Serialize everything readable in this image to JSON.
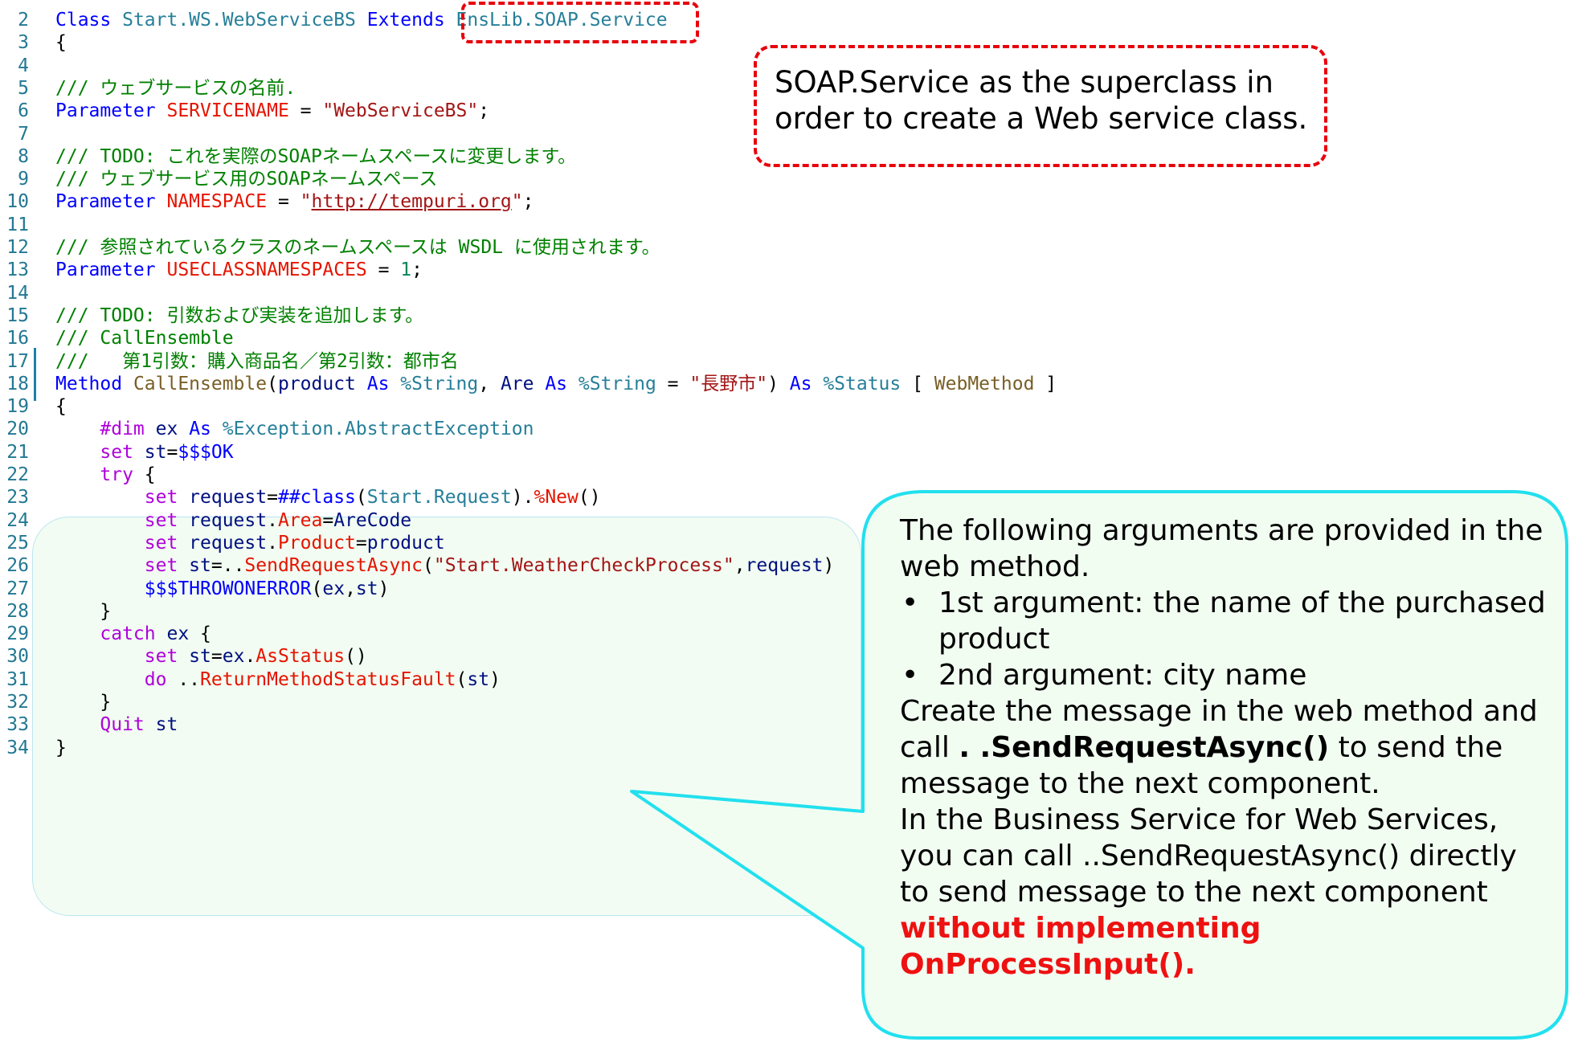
{
  "editor": {
    "lines": [
      {
        "n": "2",
        "segs": [
          [
            "kw",
            "Class "
          ],
          [
            "typ",
            "Start.WS.WebServiceBS "
          ],
          [
            "kw",
            "Extends "
          ],
          [
            "typ",
            "EnsLib.SOAP.Service"
          ]
        ]
      },
      {
        "n": "3",
        "segs": [
          [
            "",
            "{"
          ]
        ]
      },
      {
        "n": "4",
        "segs": []
      },
      {
        "n": "5",
        "segs": [
          [
            "cm",
            "/// ウェブサービスの名前."
          ]
        ]
      },
      {
        "n": "6",
        "segs": [
          [
            "kw",
            "Parameter "
          ],
          [
            "pn",
            "SERVICENAME"
          ],
          [
            "",
            " = "
          ],
          [
            "str",
            "\"WebServiceBS\""
          ],
          [
            "",
            ";"
          ]
        ]
      },
      {
        "n": "7",
        "segs": []
      },
      {
        "n": "8",
        "segs": [
          [
            "cm",
            "/// TODO: これを実際のSOAPネームスペースに変更します。"
          ]
        ]
      },
      {
        "n": "9",
        "segs": [
          [
            "cm",
            "/// ウェブサービス用のSOAPネームスペース"
          ]
        ]
      },
      {
        "n": "10",
        "segs": [
          [
            "kw",
            "Parameter "
          ],
          [
            "pn",
            "NAMESPACE"
          ],
          [
            "",
            " = "
          ],
          [
            "str",
            "\""
          ],
          [
            "str u",
            "http://tempuri.org"
          ],
          [
            "str",
            "\""
          ],
          [
            "",
            ";"
          ]
        ]
      },
      {
        "n": "11",
        "segs": []
      },
      {
        "n": "12",
        "segs": [
          [
            "cm",
            "/// 参照されているクラスのネームスペースは WSDL に使用されます。"
          ]
        ]
      },
      {
        "n": "13",
        "segs": [
          [
            "kw",
            "Parameter "
          ],
          [
            "pn",
            "USECLASSNAMESPACES"
          ],
          [
            "",
            " = "
          ],
          [
            "num",
            "1"
          ],
          [
            "",
            ";"
          ]
        ]
      },
      {
        "n": "14",
        "segs": []
      },
      {
        "n": "15",
        "segs": [
          [
            "cm",
            "/// TODO: 引数および実装を追加します。"
          ]
        ]
      },
      {
        "n": "16",
        "segs": [
          [
            "cm",
            "/// CallEnsemble"
          ]
        ]
      },
      {
        "n": "17",
        "segs": [
          [
            "cm",
            "///   第1引数：購入商品名／第2引数：都市名"
          ]
        ]
      },
      {
        "n": "18",
        "segs": [
          [
            "kw",
            "Method "
          ],
          [
            "fn",
            "CallEnsemble"
          ],
          [
            "",
            "("
          ],
          [
            "var",
            "product "
          ],
          [
            "kw",
            "As "
          ],
          [
            "typ",
            "%String"
          ],
          [
            "",
            ", "
          ],
          [
            "var",
            "Are "
          ],
          [
            "kw",
            "As "
          ],
          [
            "typ",
            "%String"
          ],
          [
            "",
            " = "
          ],
          [
            "str",
            "\"長野市\""
          ],
          [
            "",
            ") "
          ],
          [
            "kw",
            "As "
          ],
          [
            "typ",
            "%Status"
          ],
          [
            "",
            " [ "
          ],
          [
            "fn",
            "WebMethod"
          ],
          [
            "",
            " ]"
          ]
        ]
      },
      {
        "n": "19",
        "segs": [
          [
            "",
            "{"
          ]
        ]
      },
      {
        "n": "20",
        "segs": [
          [
            "",
            "    "
          ],
          [
            "kw2",
            "#dim "
          ],
          [
            "var",
            "ex "
          ],
          [
            "kw",
            "As "
          ],
          [
            "typ",
            "%Exception.AbstractException"
          ]
        ]
      },
      {
        "n": "21",
        "segs": [
          [
            "",
            "    "
          ],
          [
            "kw2",
            "set "
          ],
          [
            "var",
            "st"
          ],
          [
            "",
            "="
          ],
          [
            "mac",
            "$$$OK"
          ]
        ]
      },
      {
        "n": "22",
        "segs": [
          [
            "",
            "    "
          ],
          [
            "kw2",
            "try "
          ],
          [
            "",
            "{"
          ]
        ]
      },
      {
        "n": "23",
        "segs": [
          [
            "",
            "        "
          ],
          [
            "kw2",
            "set "
          ],
          [
            "var",
            "request"
          ],
          [
            "",
            "="
          ],
          [
            "kw",
            "##class"
          ],
          [
            "",
            "("
          ],
          [
            "typ",
            "Start.Request"
          ],
          [
            "",
            ")."
          ],
          [
            "prop",
            "%New"
          ],
          [
            "",
            "()"
          ]
        ]
      },
      {
        "n": "24",
        "segs": [
          [
            "",
            "        "
          ],
          [
            "kw2",
            "set "
          ],
          [
            "var",
            "request"
          ],
          [
            "",
            "."
          ],
          [
            "prop",
            "Area"
          ],
          [
            "",
            "="
          ],
          [
            "var",
            "AreCode"
          ]
        ]
      },
      {
        "n": "25",
        "segs": [
          [
            "",
            "        "
          ],
          [
            "kw2",
            "set "
          ],
          [
            "var",
            "request"
          ],
          [
            "",
            "."
          ],
          [
            "prop",
            "Product"
          ],
          [
            "",
            "="
          ],
          [
            "var",
            "product"
          ]
        ]
      },
      {
        "n": "26",
        "segs": [
          [
            "",
            "        "
          ],
          [
            "kw2",
            "set "
          ],
          [
            "var",
            "st"
          ],
          [
            "",
            "=.."
          ],
          [
            "prop",
            "SendRequestAsync"
          ],
          [
            "",
            "("
          ],
          [
            "str",
            "\"Start.WeatherCheckProcess\""
          ],
          [
            "",
            ","
          ],
          [
            "var",
            "request"
          ],
          [
            "",
            ")"
          ]
        ]
      },
      {
        "n": "27",
        "segs": [
          [
            "",
            "        "
          ],
          [
            "mac",
            "$$$THROWONERROR"
          ],
          [
            "",
            "("
          ],
          [
            "var",
            "ex"
          ],
          [
            "",
            ","
          ],
          [
            "var",
            "st"
          ],
          [
            "",
            ")"
          ]
        ]
      },
      {
        "n": "28",
        "segs": [
          [
            "",
            "    }"
          ]
        ]
      },
      {
        "n": "29",
        "segs": [
          [
            "",
            "    "
          ],
          [
            "kw2",
            "catch "
          ],
          [
            "var",
            "ex "
          ],
          [
            "",
            "{"
          ]
        ]
      },
      {
        "n": "30",
        "segs": [
          [
            "",
            "        "
          ],
          [
            "kw2",
            "set "
          ],
          [
            "var",
            "st"
          ],
          [
            "",
            "="
          ],
          [
            "var",
            "ex"
          ],
          [
            "",
            "."
          ],
          [
            "prop",
            "AsStatus"
          ],
          [
            "",
            "()"
          ]
        ]
      },
      {
        "n": "31",
        "segs": [
          [
            "",
            "        "
          ],
          [
            "kw2",
            "do "
          ],
          [
            "",
            ".."
          ],
          [
            "prop",
            "ReturnMethodStatusFault"
          ],
          [
            "",
            "("
          ],
          [
            "var",
            "st"
          ],
          [
            "",
            ")"
          ]
        ]
      },
      {
        "n": "32",
        "segs": [
          [
            "",
            "    }"
          ]
        ]
      },
      {
        "n": "33",
        "segs": [
          [
            "",
            "    "
          ],
          [
            "kw2",
            "Quit "
          ],
          [
            "var",
            "st"
          ]
        ]
      },
      {
        "n": "34",
        "segs": [
          [
            "",
            "}"
          ]
        ]
      }
    ]
  },
  "callout_superclass": {
    "text": "SOAP.Service as the superclass in order to create a Web service class."
  },
  "callout_webmethod": {
    "intro": "The following arguments are provided in the web method.",
    "bullet_1": "1st argument: the name of the purchased product",
    "bullet_2": "2nd argument: city name",
    "create_pre": "Create the message in the web method and call ",
    "create_method": ". .SendRequestAsync()",
    "create_post": " to send the message to the next component.",
    "bs_pre": "In the Business Service for Web Services, you can call ..SendRequestAsync() directly to send message to the next component  ",
    "bs_emphasis": "without implementing OnProcessInput().",
    "colors": {
      "border": "#22e0ee",
      "fill": "#f2fdf2",
      "emphasis": "#ee1111"
    }
  }
}
